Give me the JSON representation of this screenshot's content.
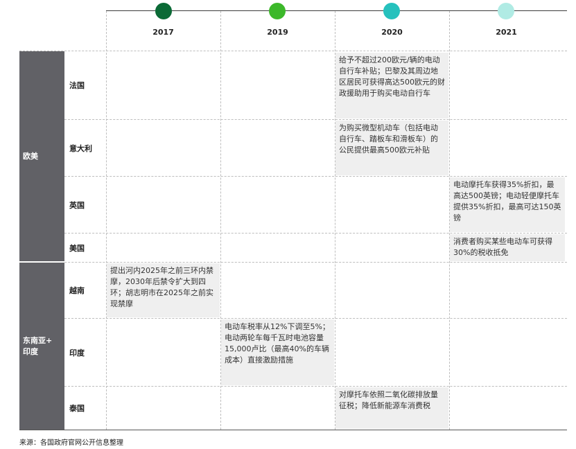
{
  "timeline": {
    "years": [
      {
        "label": "2017",
        "color": "#0b6a36"
      },
      {
        "label": "2019",
        "color": "#3cb82a"
      },
      {
        "label": "2020",
        "color": "#26c1bd"
      },
      {
        "label": "2021",
        "color": "#b0ebe4"
      }
    ]
  },
  "regions": [
    {
      "label": "欧美"
    },
    {
      "label": "东南亚+\n印度"
    }
  ],
  "countries": [
    "法国",
    "意大利",
    "英国",
    "美国",
    "越南",
    "印度",
    "泰国"
  ],
  "policies": {
    "france_2020": "给予不超过200欧元/辆的电动自行车补贴；巴黎及其周边地区居民可获得高达500欧元的财政援助用于购买电动自行车",
    "italy_2020": "为购买微型机动车（包括电动自行车、踏板车和滑板车）的公民提供最高500欧元补贴",
    "uk_2021": "电动摩托车获得35%折扣，最高达500英镑；电动轻便摩托车提供35%折扣，最高可达150英镑",
    "us_2021": "消费者购买某些电动车可获得30%的税收抵免",
    "vietnam_2017": "提出河内2025年之前三环内禁摩，2030年后禁令扩大到四环；胡志明市在2025年之前实现禁摩",
    "india_2019": "电动车税率从12%下调至5%；电动两轮车每千瓦时电池容量15,000卢比（最高40%的车辆成本）直接激励措施",
    "thailand_2020": "对摩托车依照二氧化碳排放量征税；降低新能源车消费税"
  },
  "source_note": "来源：各国政府官网公开信息整理"
}
